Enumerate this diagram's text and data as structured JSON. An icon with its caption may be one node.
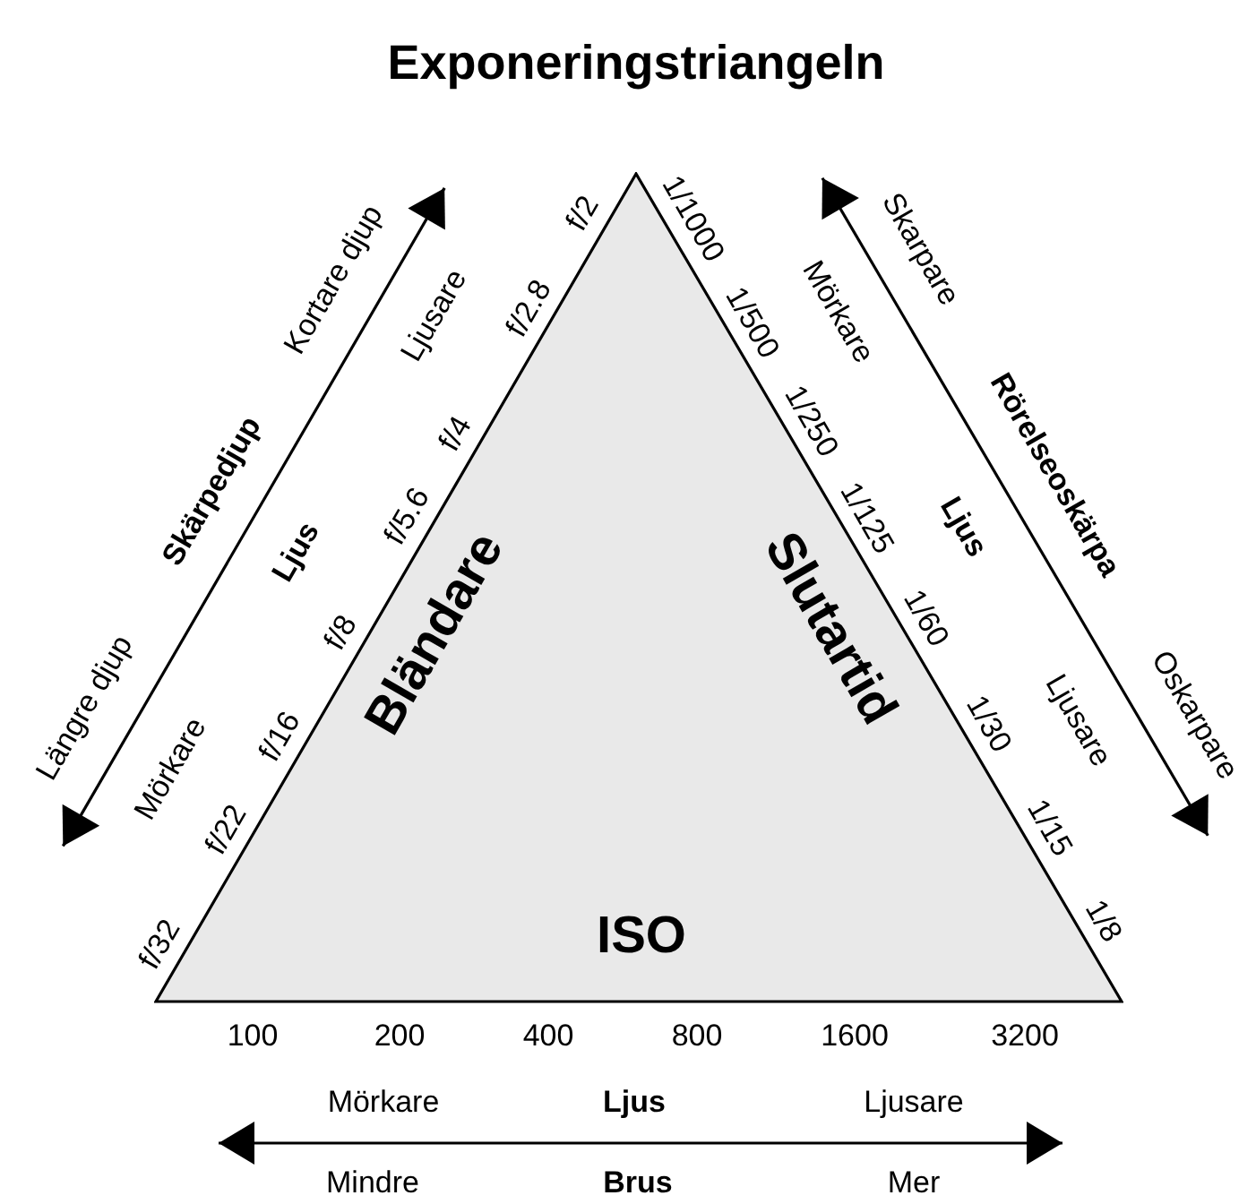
{
  "diagram": {
    "title": "Exponeringstriangeln",
    "nodes": [
      {
        "text": [
          "Bländare",
          "Slutartid",
          "ISO"
        ]
      }
    ],
    "labels": [
      "f/2",
      "f/2.8",
      "f/4",
      "f/5.6",
      "f/8",
      "f/16",
      "f/22",
      "f/32",
      "1/1000",
      "1/500",
      "1/250",
      "1/125",
      "1/60",
      "1/30",
      "1/15",
      "1/8",
      "Kortare djup",
      "Skärpedjup",
      "Längre djup",
      "Ljusare",
      "Ljus",
      "Mörkare",
      "Skarpare",
      "Rörelseoskärpa",
      "Oskarpare",
      "Mörkare",
      "Ljus",
      "Ljusare",
      "100",
      "200",
      "400",
      "800",
      "1600",
      "3200",
      "Mörkare",
      "Ljus",
      "Ljusare",
      "Mindre",
      "Brus",
      "Mer"
    ]
  }
}
